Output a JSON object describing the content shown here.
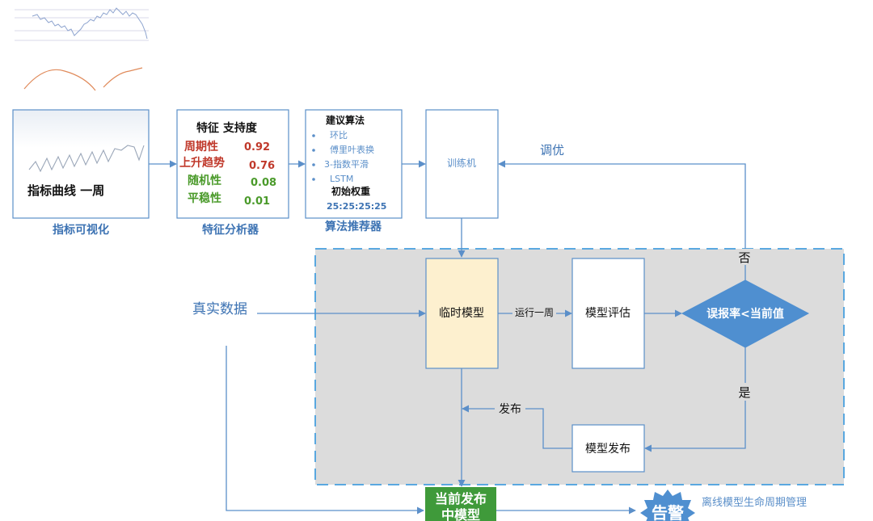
{
  "colors": {
    "accent": "#5b8fc9",
    "label_blue": "#3d73b3",
    "red": "#c0392b",
    "green": "#4a9a2a",
    "diamond": "#4f8fd0",
    "gray_region": "#dcdcdc",
    "temp_model": "#fdf0cf",
    "current_model": "#3f9a3a"
  },
  "visualize": {
    "box_text": "指标曲线   一周",
    "caption": "指标可视化"
  },
  "features": {
    "header": "特征  支持度",
    "rows": [
      {
        "label": "周期性",
        "value": "0.92"
      },
      {
        "label": "上升趋势",
        "value": "0.76"
      },
      {
        "label": "随机性",
        "value": "0.08"
      },
      {
        "label": "平稳性",
        "value": "0.01"
      }
    ],
    "caption": "特征分析器"
  },
  "algorithm": {
    "header": "建议算法",
    "items": [
      "环比",
      "傅里叶表换",
      "3-指数平滑",
      "LSTM"
    ],
    "weights_label": "初始权重",
    "weights": "25:25:25:25",
    "caption": "算法推荐器"
  },
  "trainer": {
    "label": "训练机"
  },
  "tune_label": "调优",
  "no_label": "否",
  "yes_label": "是",
  "real_data": "真实数据",
  "temp_model": "临时模型",
  "run_week": "运行一周",
  "eval_model": "模型评估",
  "decision": "误报率<当前值",
  "publish_label": "发布",
  "publish_model": "模型发布",
  "current_model": {
    "line1": "当前发布",
    "line2": "中模型"
  },
  "alarm": "告警",
  "lifecycle": "离线模型生命周期管理"
}
